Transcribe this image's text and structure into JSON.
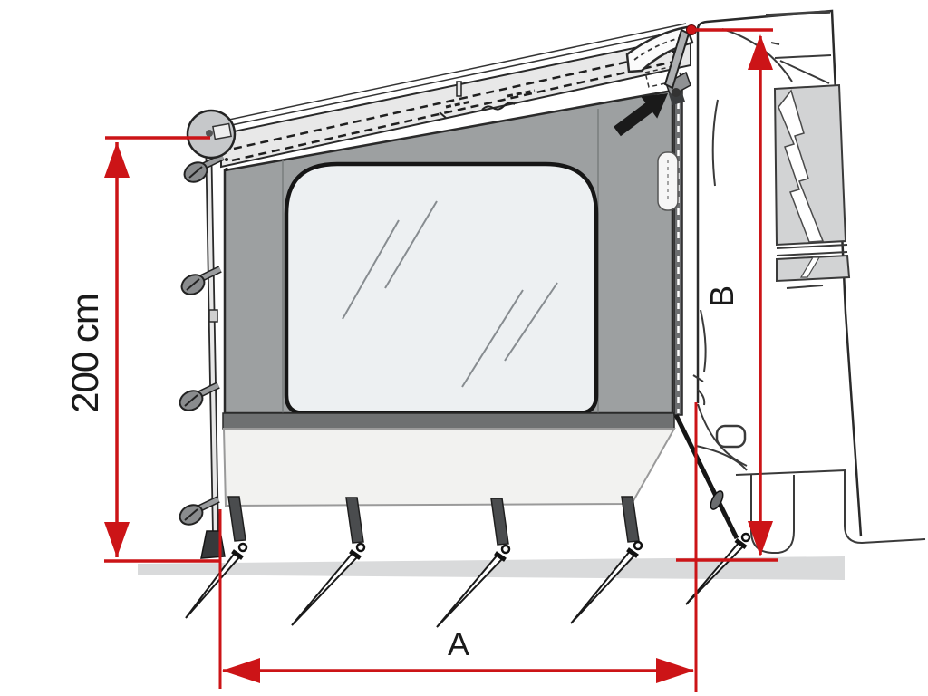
{
  "title": "Awning side panel with motorhome - technical dimension diagram",
  "dimensions": {
    "panel_height": {
      "label": "200 cm",
      "orientation": "vertical",
      "position": "left"
    },
    "span_width": {
      "label": "A",
      "orientation": "horizontal",
      "position": "bottom"
    },
    "vehicle_height": {
      "label": "B",
      "orientation": "vertical",
      "position": "right"
    }
  },
  "colors": {
    "dimension_red": "#cc1417",
    "line_black": "#1a1a1a",
    "panel_gray": "#9da0a1",
    "panel_dark_strip": "#6e7071",
    "canopy_band": "#e8e8e8",
    "window_glass": "#edf0f2",
    "vehicle_window_gray": "#d2d3d4",
    "skirt_light": "#f2f2f0",
    "ground_gray": "#d9dadb",
    "background": "#ffffff"
  },
  "icons": {
    "attachment_arrow": "arrow-up-right-icon"
  },
  "figure": {
    "elements": [
      "motorhome-side",
      "awning-canopy",
      "side-panel-with-window",
      "front-support-pole",
      "rafter-knobs",
      "tie-down-straps",
      "tent-pegs",
      "guy-rope",
      "ground-line"
    ],
    "tent_peg_count": 5,
    "rafter_knob_count": 4,
    "tie_down_strap_count": 4
  }
}
